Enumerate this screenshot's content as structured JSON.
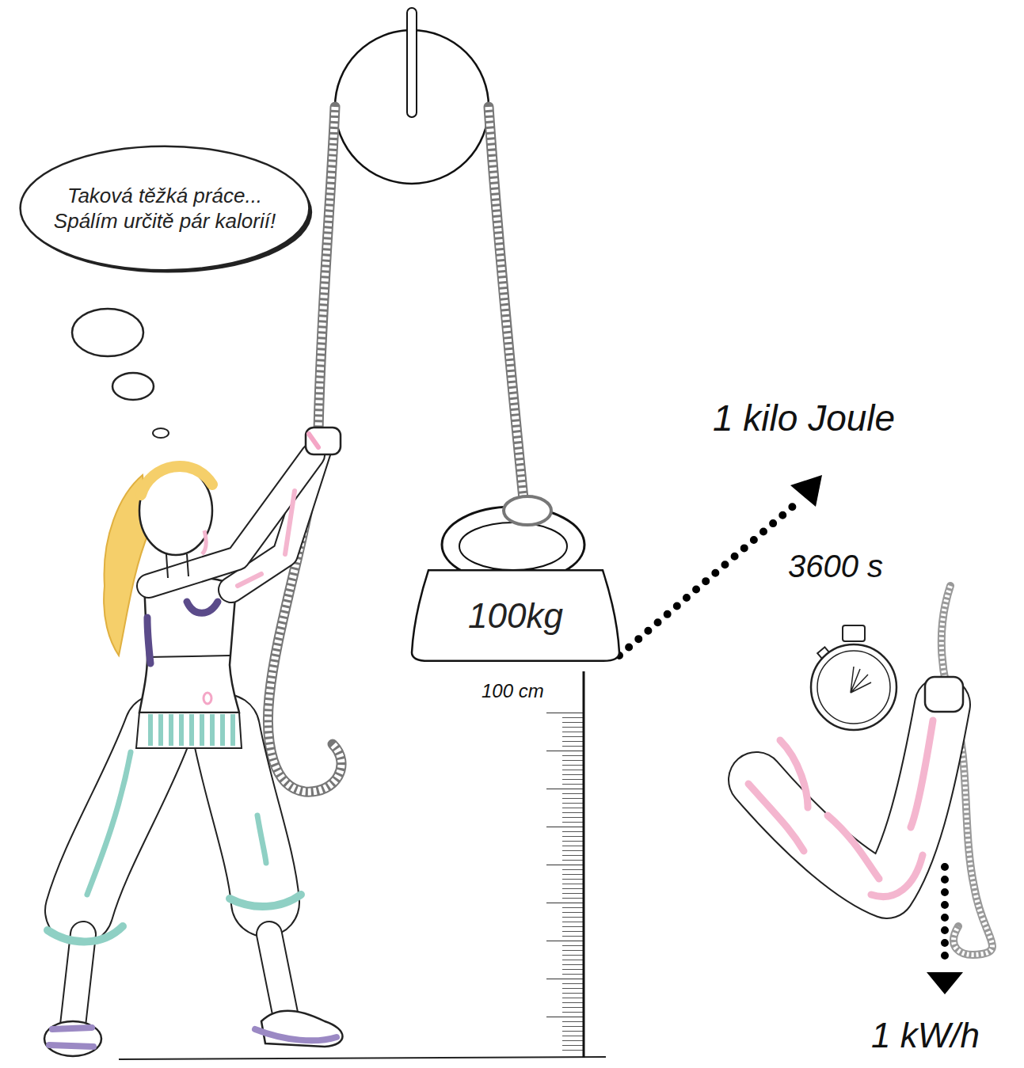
{
  "diagram": {
    "nodes": [
      {
        "text": [
          "Taková těžká práce... Spálím určitě pár kalorií!"
        ]
      },
      {
        "text": [
          "100kg"
        ]
      }
    ],
    "labels": [
      "100 cm",
      "1 kilo Joule",
      "3600 s",
      "1 kW/h"
    ]
  }
}
